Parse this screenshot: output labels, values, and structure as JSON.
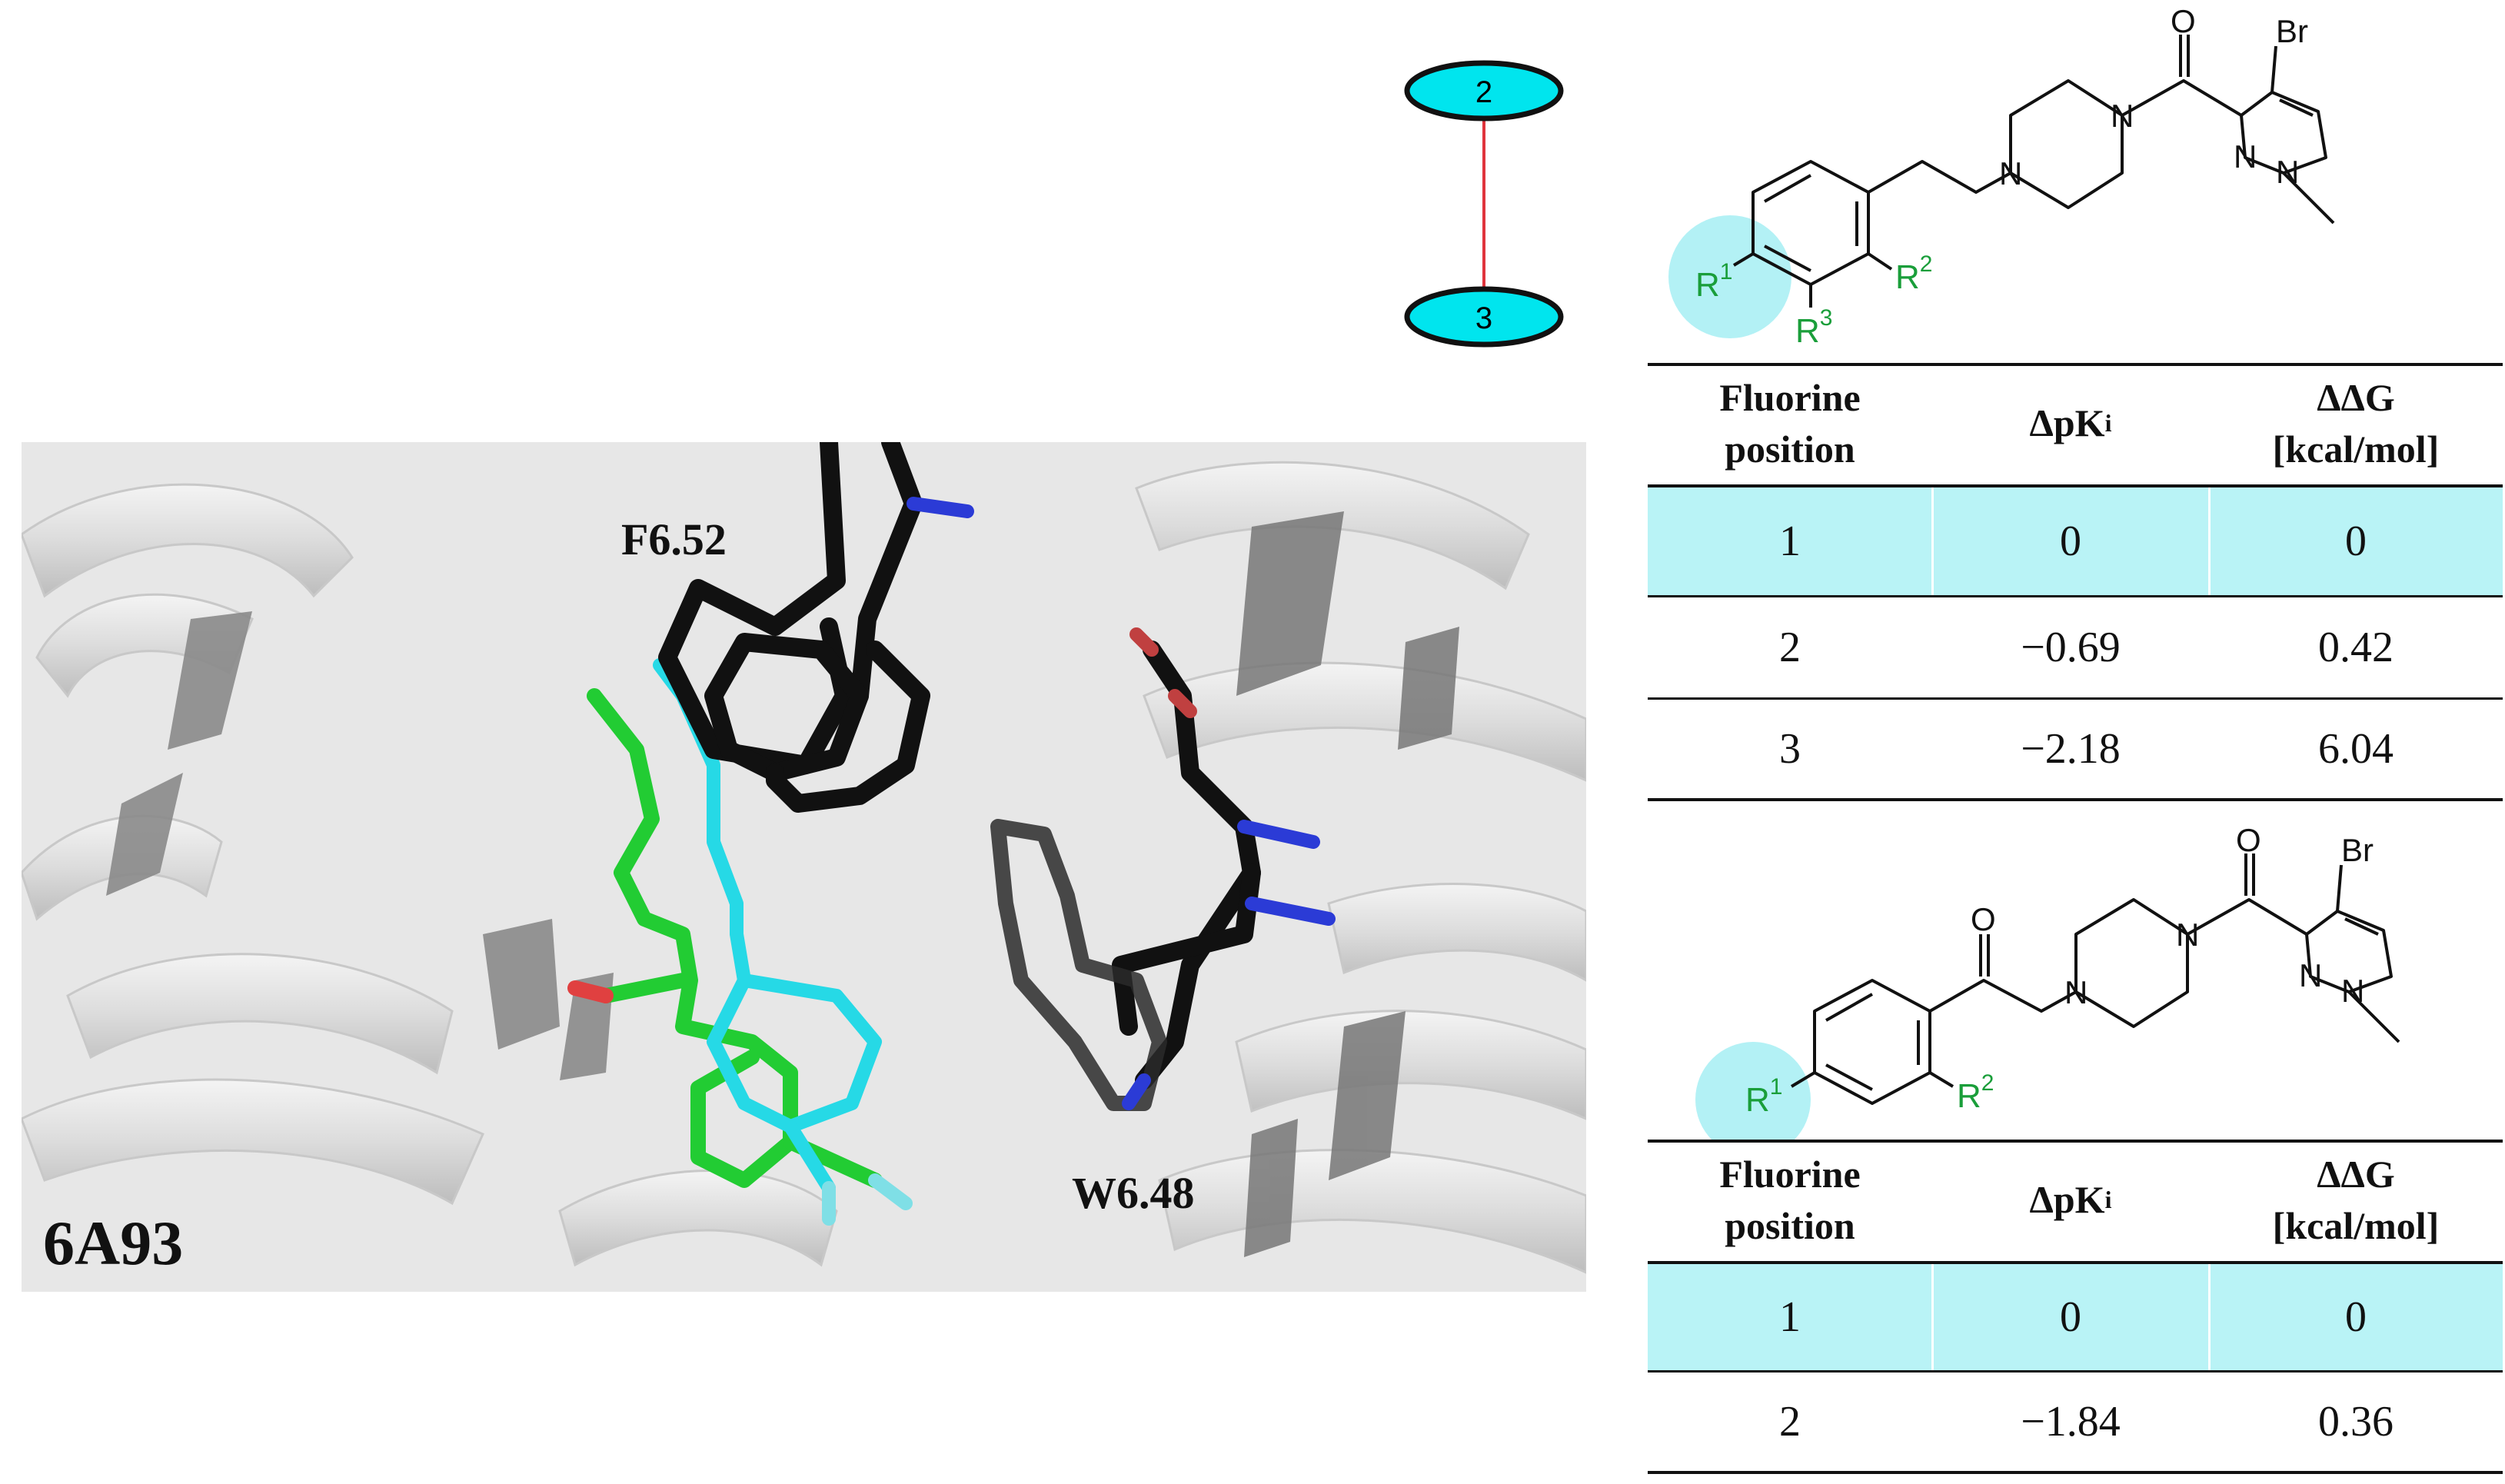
{
  "graph": {
    "nodes": [
      "2",
      "3"
    ],
    "edge_color": "#e0343c",
    "node_color": "#00e5ee"
  },
  "structure1": {
    "substituents": [
      "R",
      "1",
      "R",
      "2",
      "R",
      "3"
    ],
    "atoms": [
      "O",
      "Br",
      "N",
      "N",
      "N",
      "N"
    ]
  },
  "structure2": {
    "substituents": [
      "R",
      "1",
      "R",
      "2"
    ],
    "atoms": [
      "O",
      "O",
      "Br",
      "N",
      "N",
      "N",
      "N"
    ]
  },
  "table1": {
    "headers": {
      "col1_line1": "Fluorine",
      "col1_line2": "position",
      "col2": "ΔpK",
      "col2_sub": "i",
      "col3_line1": "ΔΔG",
      "col3_line2": "[kcal/mol]"
    },
    "rows": [
      {
        "position": "1",
        "dpki": "0",
        "ddg": "0",
        "highlight": true
      },
      {
        "position": "2",
        "dpki": "−0.69",
        "ddg": "0.42",
        "highlight": false
      },
      {
        "position": "3",
        "dpki": "−2.18",
        "ddg": "6.04",
        "highlight": false
      }
    ]
  },
  "table2": {
    "headers": {
      "col1_line1": "Fluorine",
      "col1_line2": "position",
      "col2": "ΔpK",
      "col2_sub": "i",
      "col3_line1": "ΔΔG",
      "col3_line2": "[kcal/mol]"
    },
    "rows": [
      {
        "position": "1",
        "dpki": "0",
        "ddg": "0",
        "highlight": true
      },
      {
        "position": "2",
        "dpki": "−1.84",
        "ddg": "0.36",
        "highlight": false
      }
    ]
  },
  "docking": {
    "pdb_id": "6A93",
    "residue_labels": [
      "F6.52",
      "W6.48"
    ]
  },
  "colors": {
    "highlight_row": "#b9f3f6",
    "fluorine_circle": "#b3f1f5",
    "substituent_green": "#1a9e3a"
  }
}
